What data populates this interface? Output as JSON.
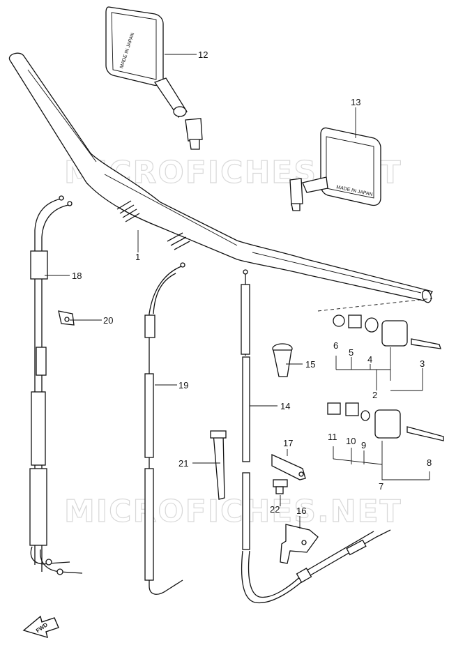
{
  "watermark": "MICROFICHES.NET",
  "mirror_marking": "MADE IN JAPAN",
  "fwd_label": "FWD",
  "callouts": {
    "p1": "1",
    "p2": "2",
    "p3": "3",
    "p4": "4",
    "p5": "5",
    "p6": "6",
    "p7": "7",
    "p8": "8",
    "p9": "9",
    "p10": "10",
    "p11": "11",
    "p12": "12",
    "p13": "13",
    "p14": "14",
    "p15": "15",
    "p16": "16",
    "p17": "17",
    "p18": "18",
    "p19": "19",
    "p20": "20",
    "p21": "21",
    "p22": "22"
  }
}
